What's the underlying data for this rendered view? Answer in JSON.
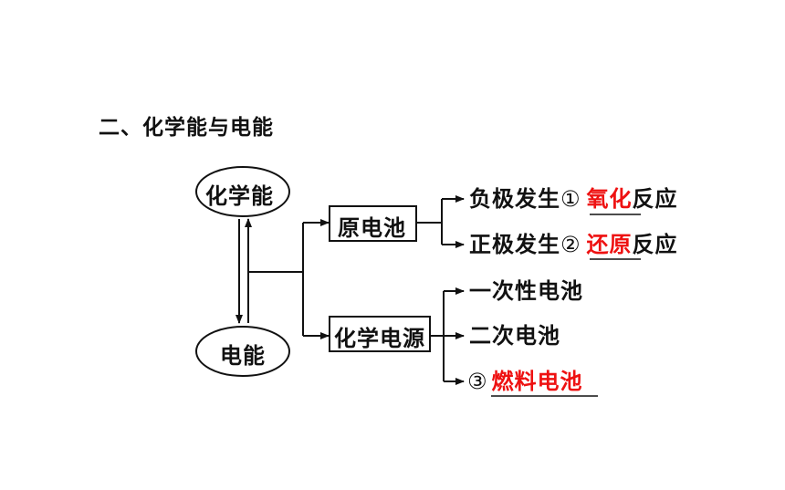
{
  "heading": "二、化学能与电能",
  "nodes": {
    "chemical_energy": "化学能",
    "electric_energy": "电能",
    "primary_cell": "原电池",
    "chemical_power_source": "化学电源"
  },
  "primary_cell_branches": [
    {
      "prefix": "负极发生",
      "number": "①",
      "answer": "氧化",
      "suffix": "反应"
    },
    {
      "prefix": "正极发生",
      "number": "②",
      "answer": "还原",
      "suffix": "反应"
    }
  ],
  "power_source_branches": [
    {
      "label": "一次性电池"
    },
    {
      "label": "二次电池"
    },
    {
      "number": "③",
      "answer": "燃料电池"
    }
  ],
  "colors": {
    "answer": "#ee1111",
    "lines": "#111111"
  }
}
